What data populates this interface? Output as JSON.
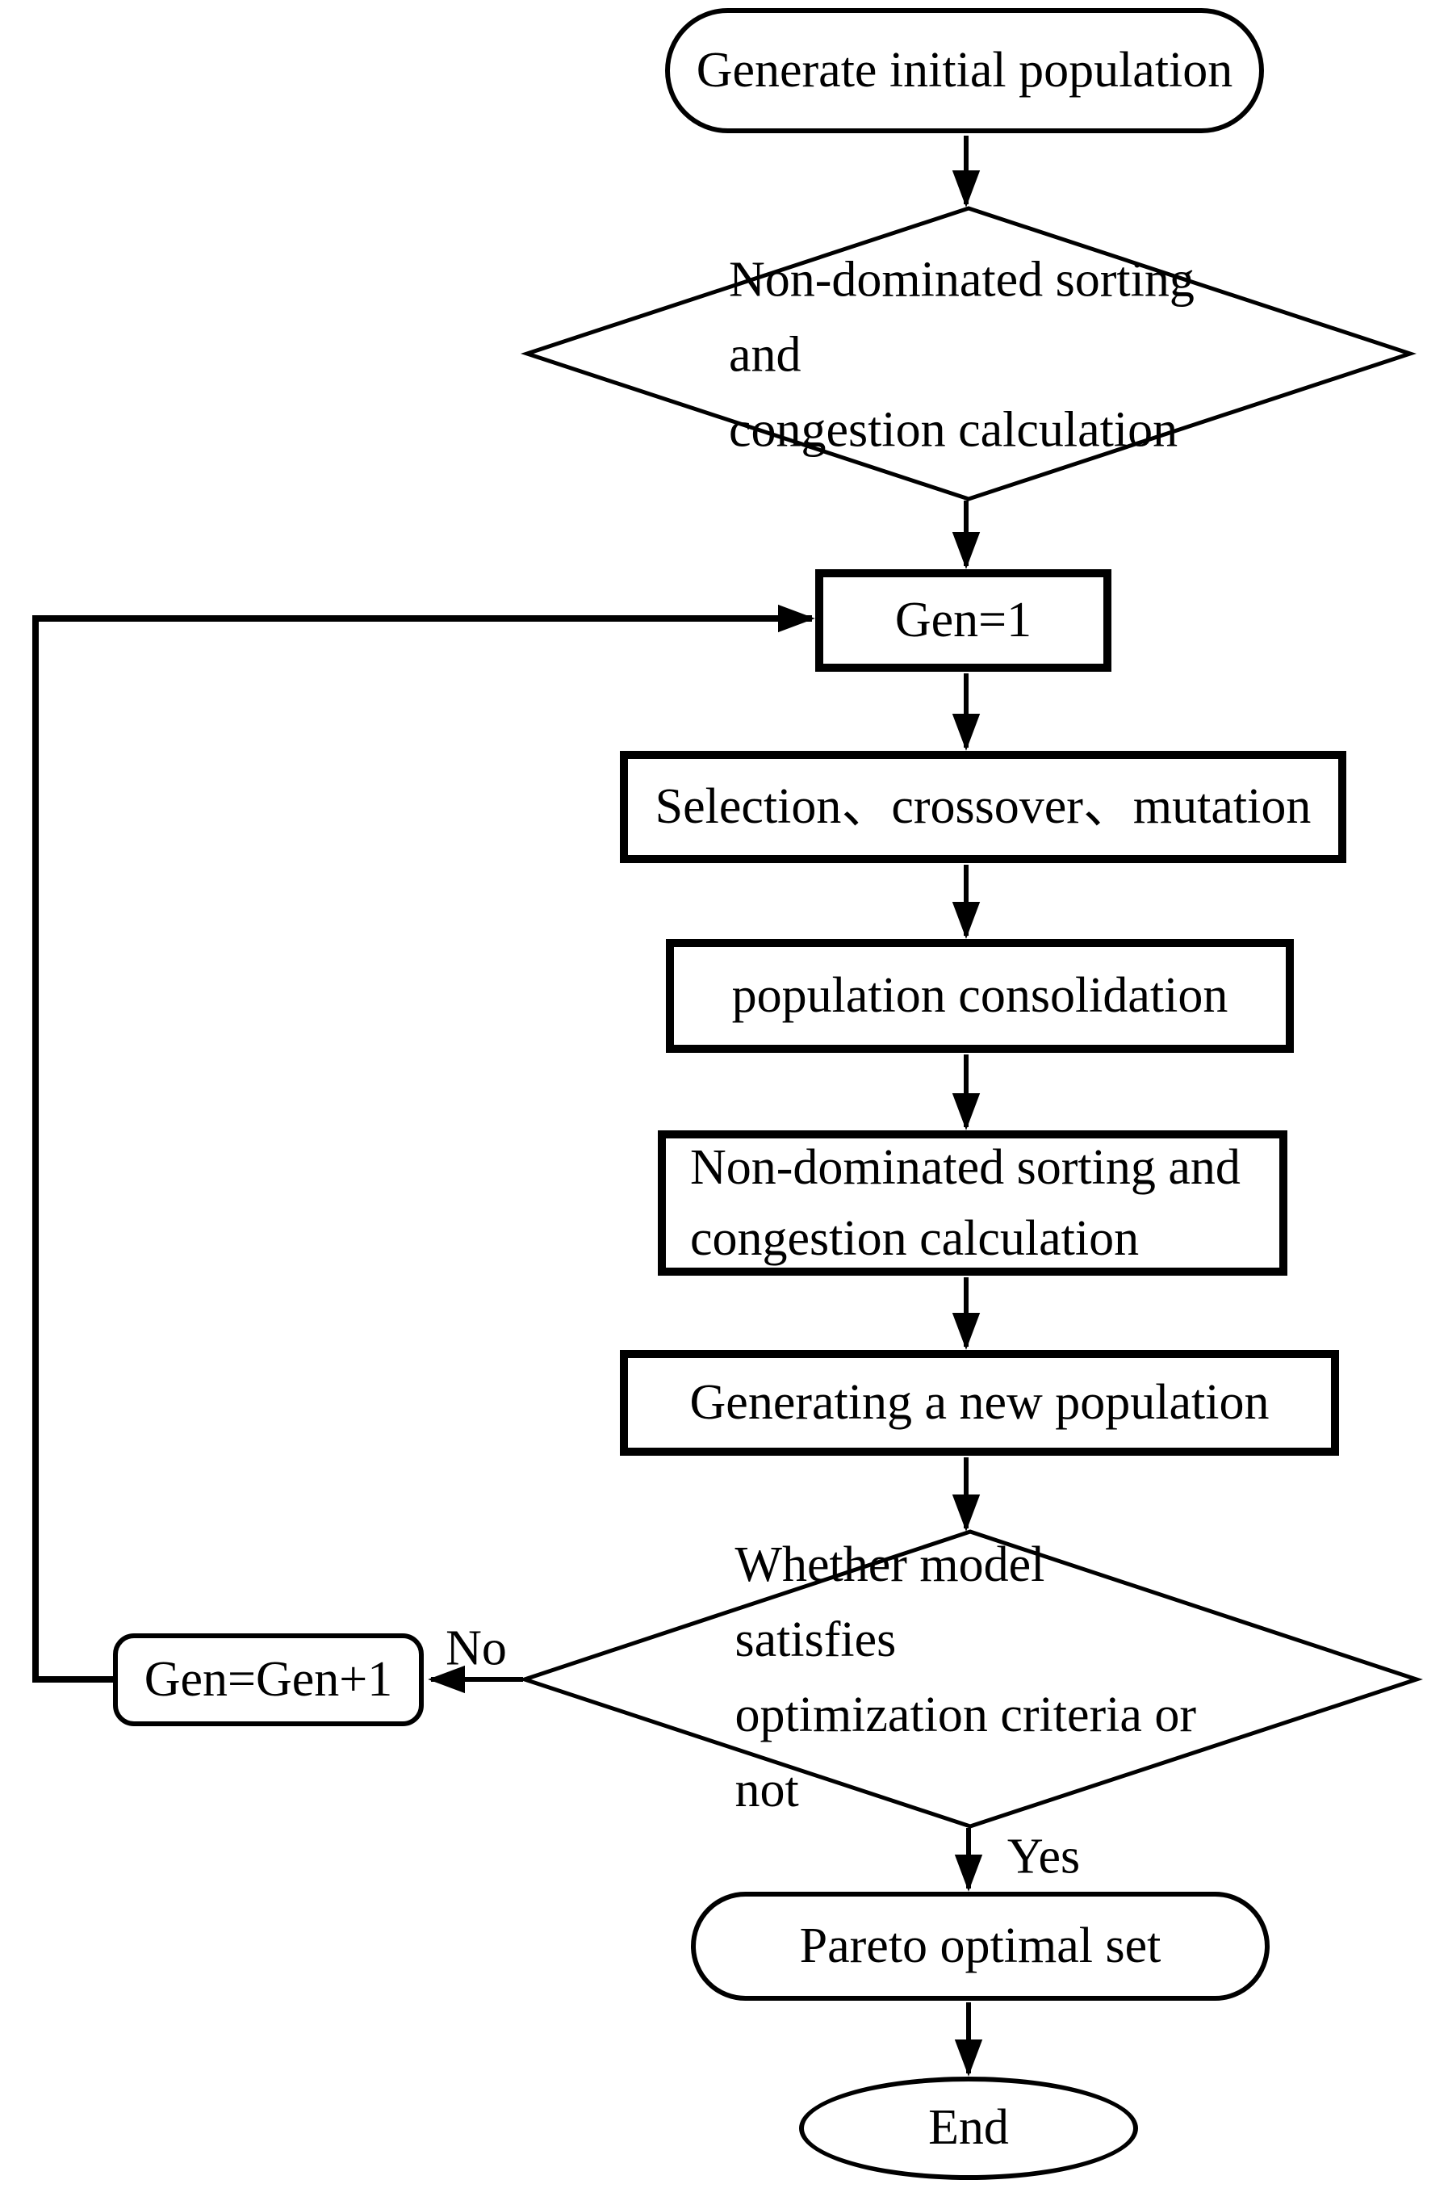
{
  "nodes": {
    "start": {
      "label": "Generate initial population",
      "type": "terminator"
    },
    "sort_initial": {
      "label": "Non-dominated sorting and\ncongestion calculation",
      "type": "decision-shape"
    },
    "gen_init": {
      "label": "Gen=1",
      "type": "process"
    },
    "selection": {
      "label": "Selection、crossover、mutation",
      "type": "process"
    },
    "consolidation": {
      "label": "population consolidation",
      "type": "process"
    },
    "sort_loop": {
      "label": "Non-dominated sorting and\ncongestion calculation",
      "type": "process"
    },
    "new_population": {
      "label": "Generating a new population",
      "type": "process"
    },
    "criteria_check": {
      "label": "Whether model satisfies\noptimization criteria or not",
      "type": "decision"
    },
    "gen_increment": {
      "label": "Gen=Gen+1",
      "type": "process-rounded"
    },
    "pareto": {
      "label": "Pareto optimal set",
      "type": "terminator"
    },
    "end": {
      "label": "End",
      "type": "terminator"
    }
  },
  "edge_labels": {
    "no": "No",
    "yes": "Yes"
  },
  "colors": {
    "stroke": "#000000",
    "text": "#000000",
    "background": "#ffffff"
  }
}
